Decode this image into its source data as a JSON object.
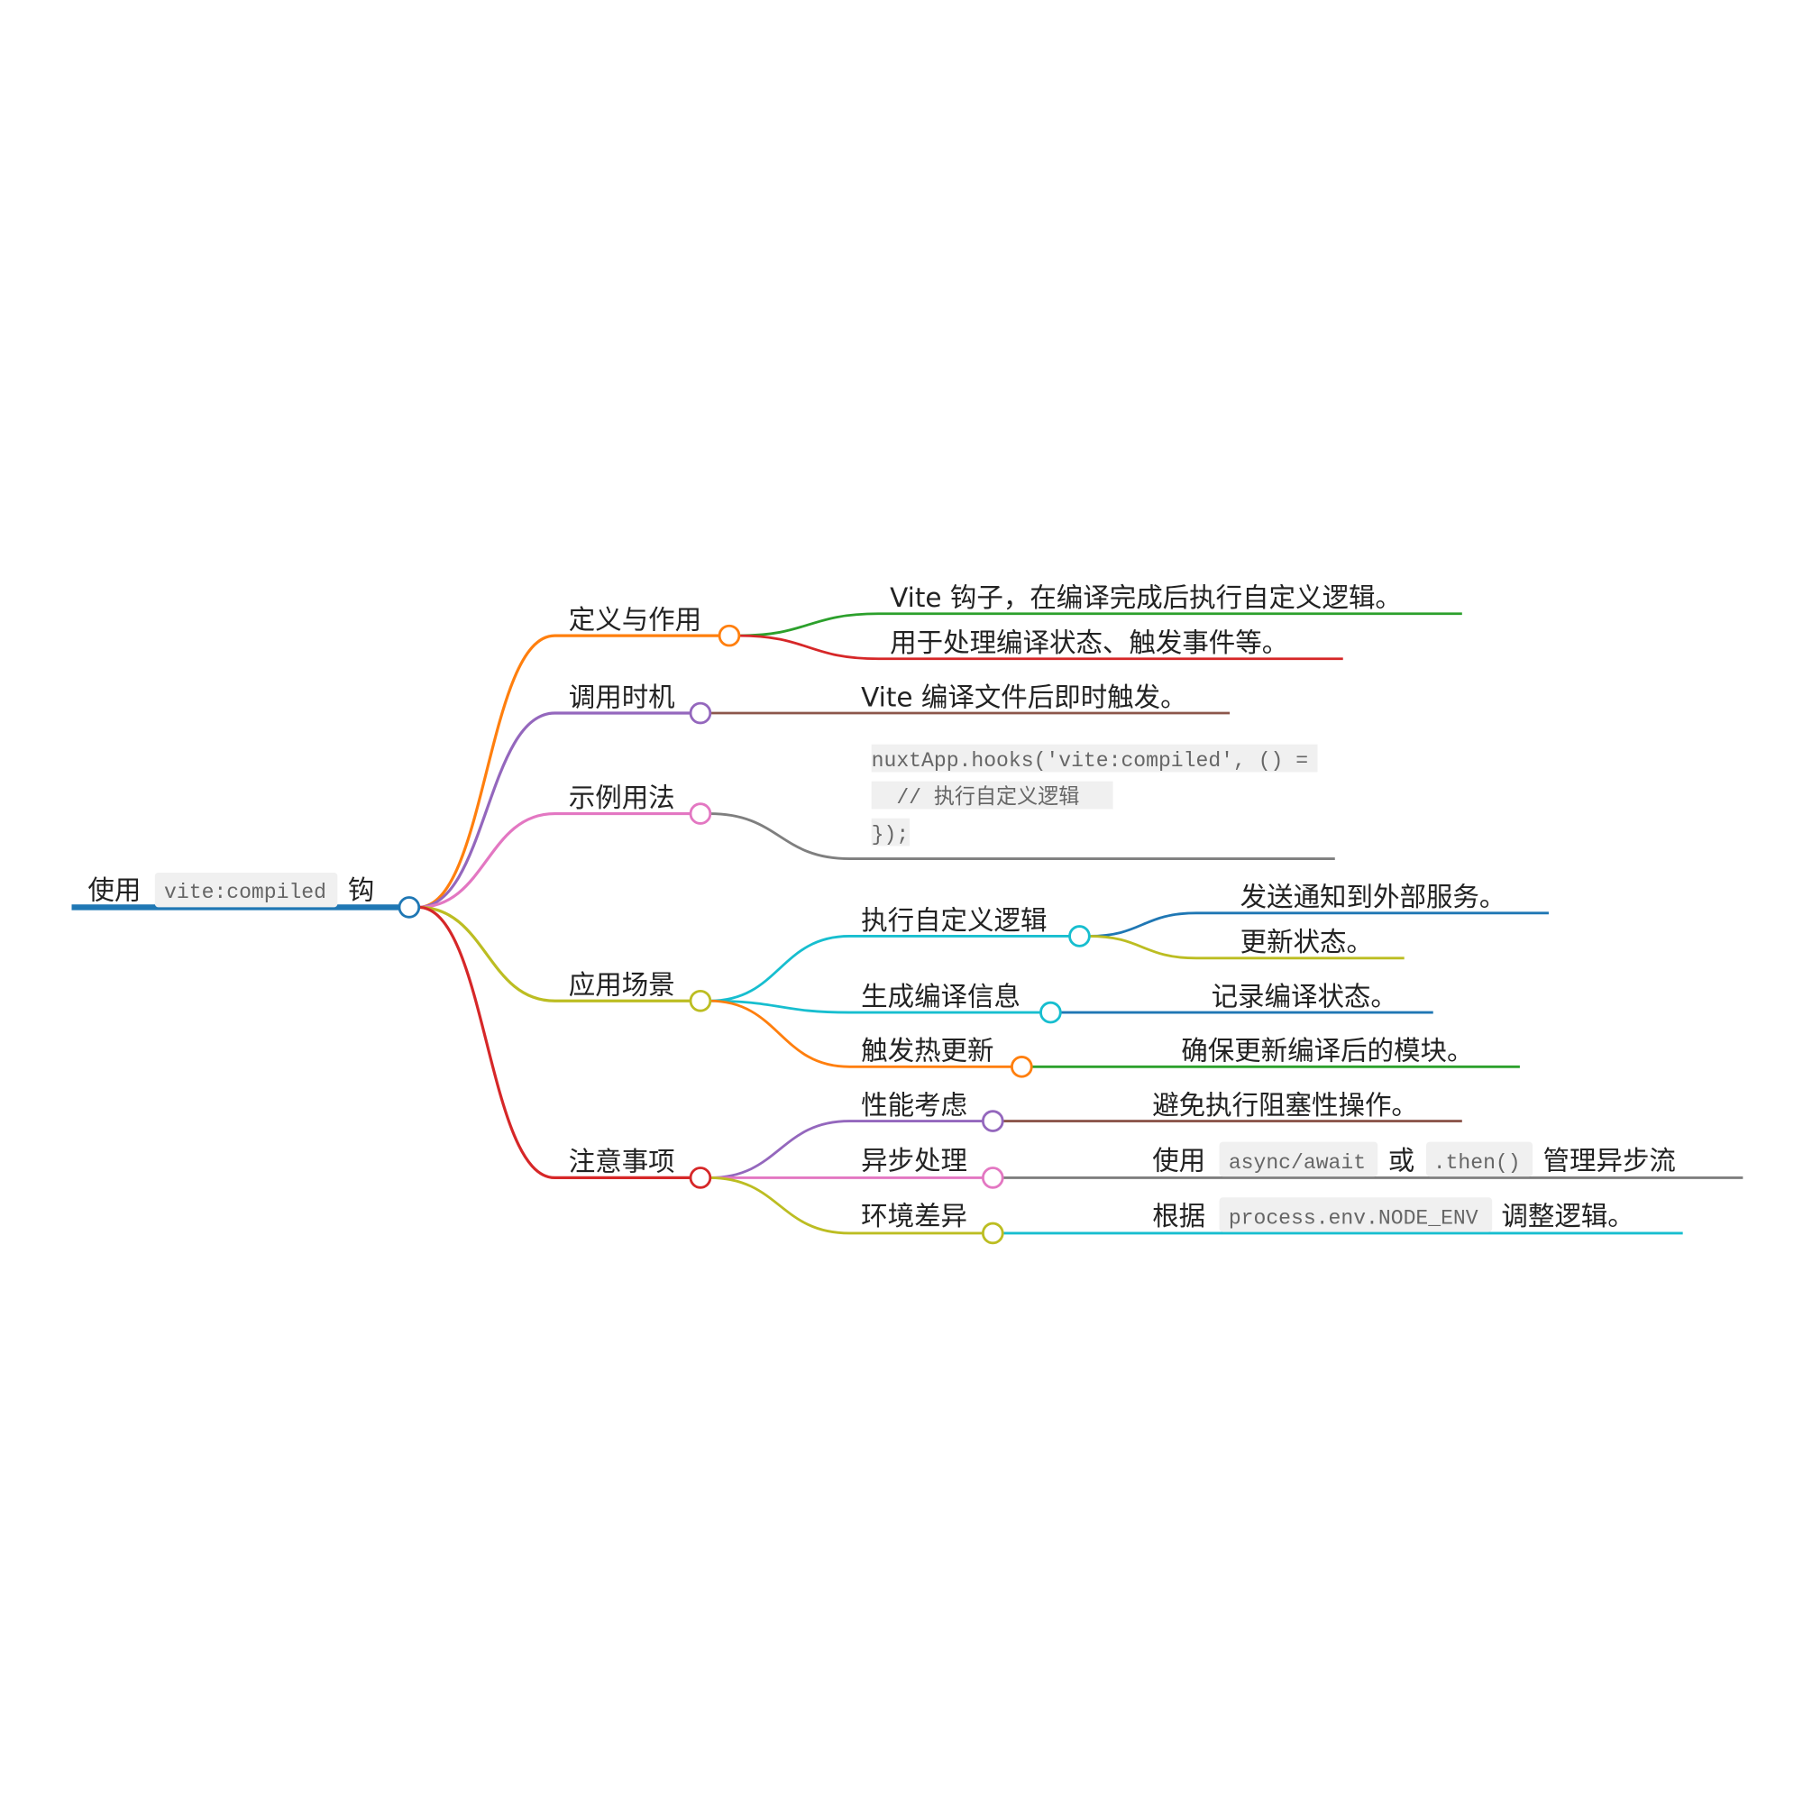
{
  "root": {
    "prefix": "使用",
    "code": "vite:compiled",
    "suffix": "钩"
  },
  "branches": [
    {
      "label": "定义与作用",
      "children": [
        "Vite 钩子，在编译完成后执行自定义逻辑。",
        "用于处理编译状态、触发事件等。"
      ]
    },
    {
      "label": "调用时机",
      "children": [
        "Vite 编译文件后即时触发。"
      ]
    },
    {
      "label": "示例用法",
      "code_lines": [
        "nuxtApp.hooks('vite:compiled', () =",
        "  // 执行自定义逻辑",
        "});"
      ]
    },
    {
      "label": "应用场景",
      "children": [
        {
          "label": "执行自定义逻辑",
          "children": [
            "发送通知到外部服务。",
            "更新状态。"
          ]
        },
        {
          "label": "生成编译信息",
          "children": [
            "记录编译状态。"
          ]
        },
        {
          "label": "触发热更新",
          "children": [
            "确保更新编译后的模块。"
          ]
        }
      ]
    },
    {
      "label": "注意事项",
      "children": [
        {
          "label": "性能考虑",
          "children": [
            "避免执行阻塞性操作。"
          ]
        },
        {
          "label": "异步处理",
          "parts": [
            "使用",
            "async/await",
            "或",
            ".then()",
            "管理异步流"
          ]
        },
        {
          "label": "环境差异",
          "parts": [
            "根据",
            "process.env.NODE_ENV",
            "调整逻辑。"
          ]
        }
      ]
    }
  ],
  "colors": {
    "blue": "#1f77b4",
    "orange": "#ff7f0e",
    "green": "#2ca02c",
    "red": "#d62728",
    "purple": "#9467bd",
    "brown": "#8c564b",
    "pink": "#e377c2",
    "gray": "#7f7f7f",
    "olive": "#bcbd22",
    "cyan": "#17becf"
  }
}
